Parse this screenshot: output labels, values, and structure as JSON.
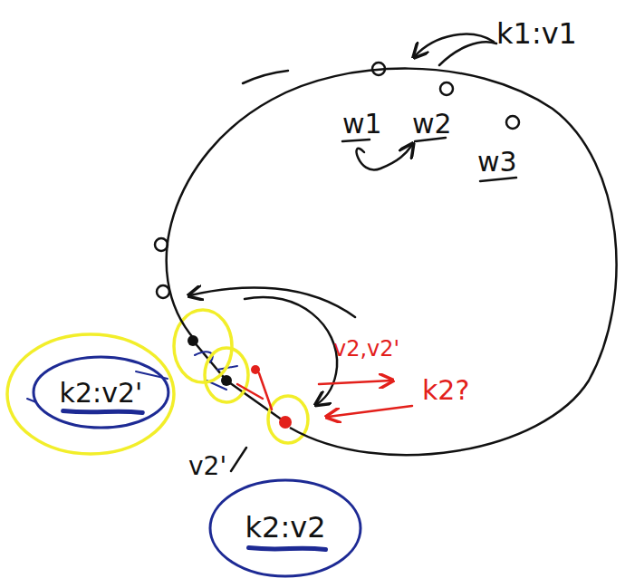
{
  "diagram": {
    "nodes": [
      {
        "text": [
          "w1",
          "w2",
          "w3"
        ]
      },
      {
        "text": [
          "k2:v2'"
        ]
      },
      {
        "text": [
          "k2:v2"
        ]
      }
    ],
    "labels": [
      "k1:v1",
      "v2,v2'",
      "k2?",
      "v2'"
    ]
  }
}
